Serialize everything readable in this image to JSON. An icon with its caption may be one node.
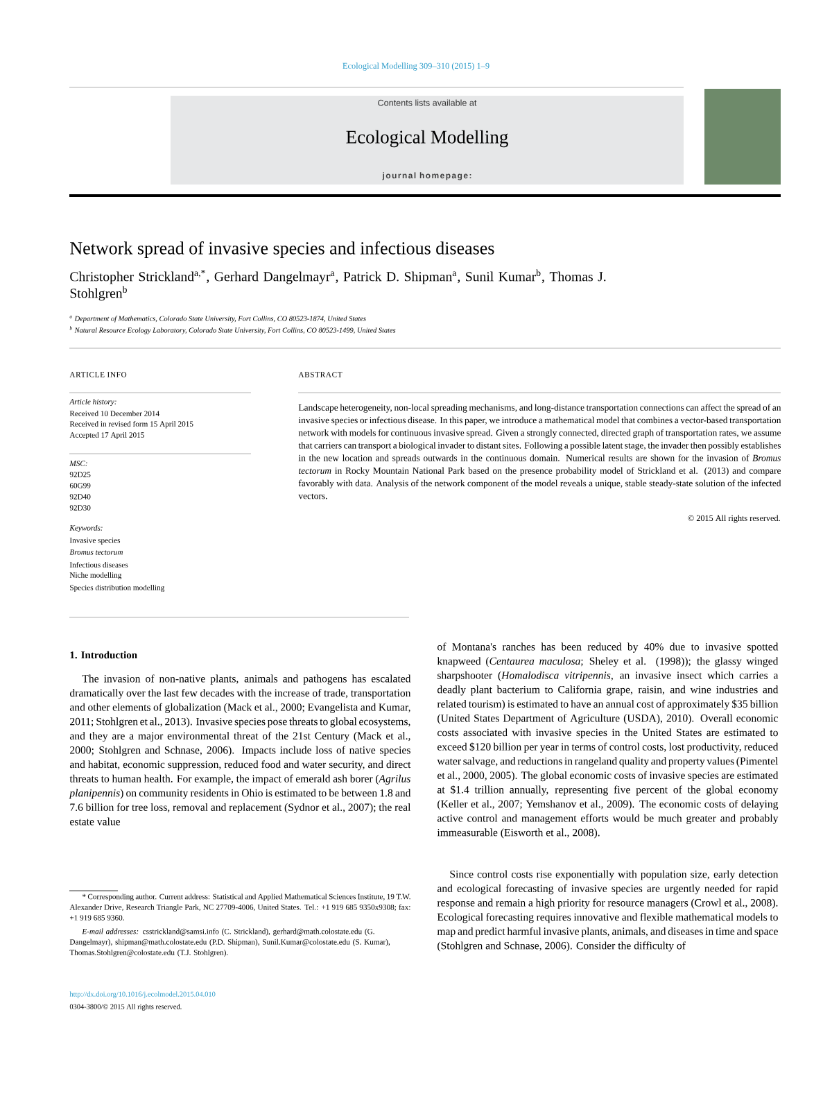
{
  "diagram": {
    "title": "Network spread of invasive species and infectious diseases",
    "nodes": [
      {
        "text": [
          "Contents lists available at",
          "Ecological Modelling",
          "journal homepage:"
        ]
      }
    ],
    "labels": [
      "Ecological Modelling 309–310 (2015) 1–9",
      "Christopher Strickland$^{a,*}$, Gerhard Dangelmayr$^{a}$, Patrick D. Shipman$^{a}$, Sunil Kumar$^{b}$, Thomas J. Stohlgren$^{b}$",
      "$^{a}$ Department of Mathematics, Colorado State University, Fort Collins, CO 80523-1874, United States",
      "$^{b}$ Natural Resource Ecology Laboratory, Colorado State University, Fort Collins, CO 80523-1499, United States",
      "ARTICLE INFO",
      "ABSTRACT",
      "Article history:",
      "Received 10 December 2014",
      "Received in revised form 15 April 2015",
      "Accepted 17 April 2015",
      "MSC:",
      "92D25",
      "60G99",
      "92D40",
      "92D30",
      "Keywords:",
      "Invasive species",
      "Bromus tectorum",
      "Infectious diseases",
      "Niche modelling",
      "Species distribution modelling",
      "Landscape heterogeneity, non-local spreading mechanisms, and long-distance transportation connections can affect the spread of an invasive species or infectious disease. In this paper, we introduce a mathematical model that combines a vector-based transportation network with models for continuous invasive spread. Given a strongly connected, directed graph of transportation rates, we assume that carriers can transport a biological invader to distant sites. Following a possible latent stage, the invader then possibly establishes in the new location and spreads outwards in the continuous domain. Numerical results are shown for the invasion of *Bromus tectorum* in Rocky Mountain National Park based on the presence probability model of Strickland et al. (2013) and compare favorably with data. Analysis of the network component of the model reveals a unique, stable steady-state solution of the infected vectors.",
      "© 2015 All rights reserved.",
      "1. Introduction",
      "The invasion of non-native plants, animals and pathogens has escalated dramatically over the last few decades with the increase of trade, transportation and other elements of globalization (Mack et al., 2000; Evangelista and Kumar, 2011; Stohlgren et al., 2013). Invasive species pose threats to global ecosystems, and they are a major environmental threat of the 21st Century (Mack et al., 2000; Stohlgren and Schnase, 2006). Impacts include loss of native species and habitat, economic suppression, reduced food and water security, and direct threats to human health. For example, the impact of emerald ash borer (*Agrilus planipennis*) on community residents in Ohio is estimated to be between 1.8 and 7.6 billion for tree loss, removal and replacement (Sydnor et al., 2007); the real estate value",
      "of Montana's ranches has been reduced by 40% due to invasive spotted knapweed (*Centaurea maculosa*; Sheley et al. (1998)); the glassy winged sharpshooter (*Homalodisca vitripennis*, an invasive insect which carries a deadly plant bacterium to California grape, raisin, and wine industries and related tourism) is estimated to have an annual cost of approximately $35 billion (United States Department of Agriculture (USDA), 2010). Overall economic costs associated with invasive species in the United States are estimated to exceed $120 billion per year in terms of control costs, lost productivity, reduced water salvage, and reductions in rangeland quality and property values (Pimentel et al., 2000, 2005). The global economic costs of invasive species are estimated at $1.4 trillion annually, representing five percent of the global economy (Keller et al., 2007; Yemshanov et al., 2009). The economic costs of delaying active control and management efforts would be much greater and probably immeasurable (Eisworth et al., 2008).",
      "Since control costs rise exponentially with population size, early detection and ecological forecasting of invasive species are urgently needed for rapid response and remain a high priority for resource managers (Crowl et al., 2008). Ecological forecasting requires innovative and flexible mathematical models to map and predict harmful invasive plants, animals, and diseases in time and space (Stohlgren and Schnase, 2006). Consider the difficulty of",
      "* Corresponding author. Current address: Statistical and Applied Mathematical Sciences Institute, 19 T.W. Alexander Drive, Research Triangle Park, NC 27709-4006, United States. Tel.: +1 919 685 9350x9308; fax: +1 919 685 9360.",
      "*E-mail addresses:* csstrickland@samsi.info (C. Strickland), gerhard@math.colostate.edu (G. Dangelmayr), shipman@math.colostate.edu (P.D. Shipman), Sunil.Kumar@colostate.edu (S. Kumar), Thomas.Stohlgren@colostate.edu (T.J. Stohlgren).",
      "http://dx.doi.org/10.1016/j.ecolmodel.2015.04.010",
      "0304-3800/© 2015 All rights reserved."
    ]
  }
}
